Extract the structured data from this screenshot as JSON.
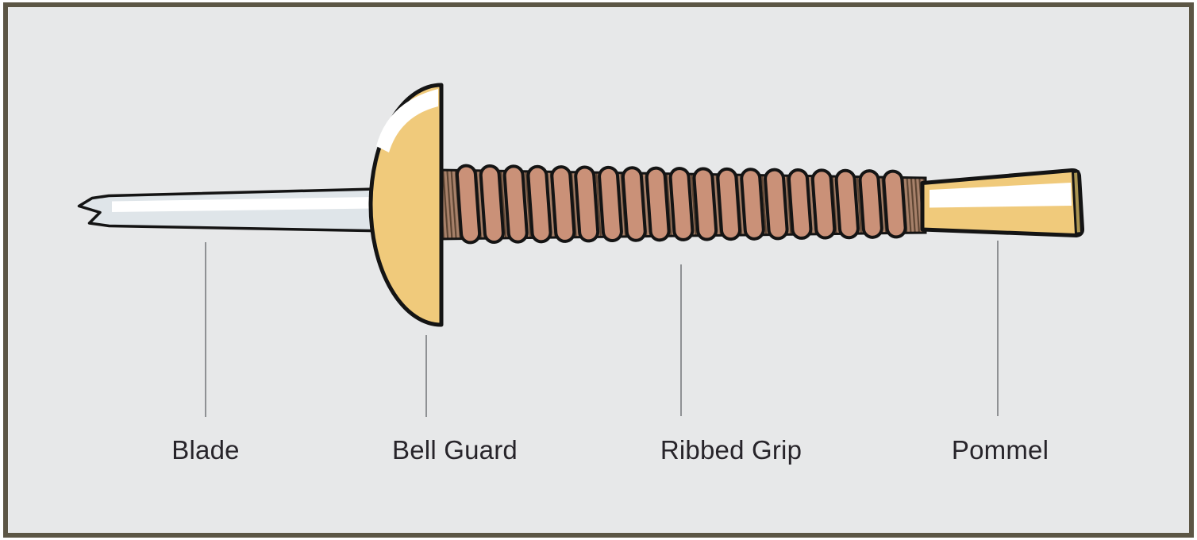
{
  "diagram": {
    "parts": [
      {
        "id": "blade",
        "label": "Blade"
      },
      {
        "id": "bell-guard",
        "label": "Bell Guard"
      },
      {
        "id": "ribbed-grip",
        "label": "Ribbed Grip"
      },
      {
        "id": "pommel",
        "label": "Pommel"
      }
    ],
    "rib_count": 19
  },
  "colors": {
    "bg": "#e7e8e9",
    "frame": "#5c5645",
    "outline": "#141414",
    "blade": "#dfe5e9",
    "gold": "#f0ca7b",
    "rib": "#ca9178",
    "grip_base": "#a7816a",
    "grip_line": "#5c4432",
    "pommel_cap": "#ab9552",
    "highlight": "#ffffff",
    "leader": "#8f9194",
    "text": "#27242a"
  }
}
